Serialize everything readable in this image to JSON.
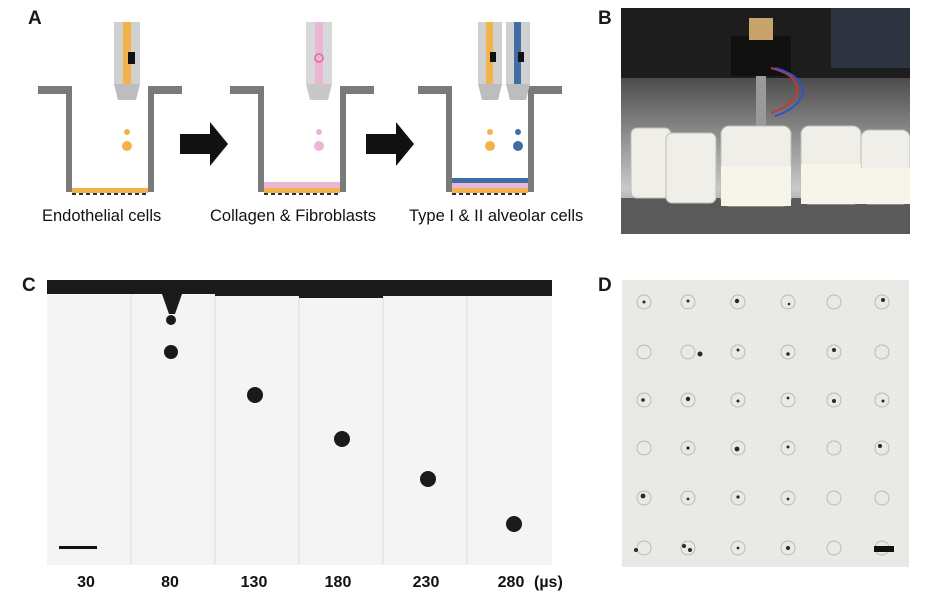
{
  "panels": {
    "a": {
      "letter": "A",
      "captions": [
        "Endothelial cells",
        "Collagen & Fibroblasts",
        "Type I & II alveolar cells"
      ]
    },
    "b": {
      "letter": "B"
    },
    "c": {
      "letter": "C",
      "times": [
        "30",
        "80",
        "130",
        "180",
        "230",
        "280"
      ],
      "unit": "(µs)"
    },
    "d": {
      "letter": "D"
    }
  },
  "colors": {
    "endothelial": "#f2b34a",
    "fibroblast": "#e9b6d6",
    "alveolar": "#3e6ea3",
    "well": "#7a7a7a"
  }
}
